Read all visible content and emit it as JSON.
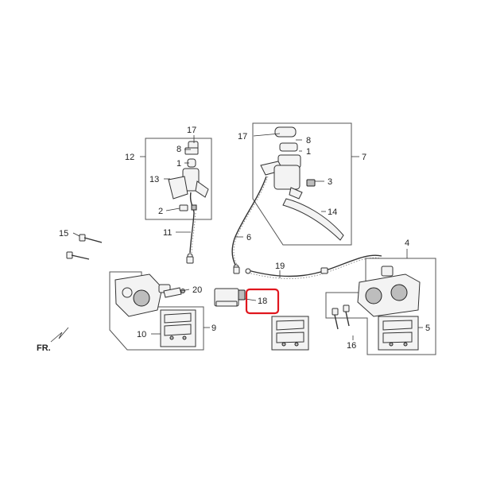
{
  "labels": {
    "l1a": "1",
    "l1b": "1",
    "l2": "2",
    "l3": "3",
    "l4": "4",
    "l5": "5",
    "l6": "6",
    "l7": "7",
    "l8a": "8",
    "l8b": "8",
    "l9": "9",
    "l10": "10",
    "l11": "11",
    "l12": "12",
    "l13": "13",
    "l14": "14",
    "l15": "15",
    "l16": "16",
    "l17a": "17",
    "l17b": "17",
    "l18": "18",
    "l19": "19",
    "l20": "20",
    "fr": "FR."
  },
  "highlight": {
    "part": "18",
    "color": "#e0161e"
  }
}
